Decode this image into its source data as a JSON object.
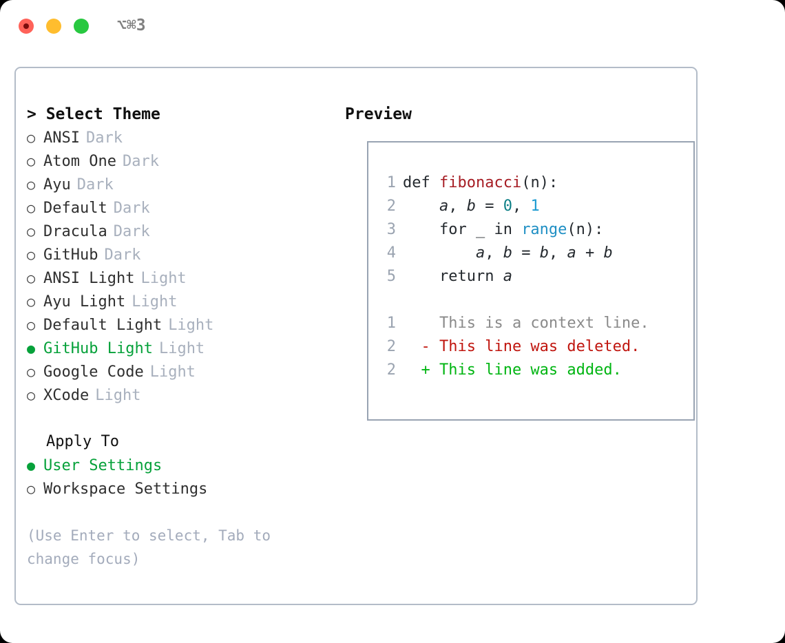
{
  "titlebar": {
    "shortcut": "⌥⌘3",
    "lights": [
      {
        "name": "close",
        "color": "#ff6259"
      },
      {
        "name": "minimize",
        "color": "#ffbd2e"
      },
      {
        "name": "maximize",
        "color": "#28c840"
      }
    ]
  },
  "colors": {
    "accent_green": "#06a13a",
    "muted": "#a8b0bd",
    "border": "#b3bcc8",
    "code_border": "#98a3b2",
    "diff_add": "#00b512",
    "diff_del": "#c0160f"
  },
  "icons": {
    "radio_off": "○",
    "radio_on": "●",
    "prompt": ">"
  },
  "left": {
    "heading": "> Select Theme",
    "themes": [
      {
        "name": "ANSI",
        "variant": "Dark",
        "selected": false
      },
      {
        "name": "Atom One",
        "variant": "Dark",
        "selected": false
      },
      {
        "name": "Ayu",
        "variant": "Dark",
        "selected": false
      },
      {
        "name": "Default",
        "variant": "Dark",
        "selected": false
      },
      {
        "name": "Dracula",
        "variant": "Dark",
        "selected": false
      },
      {
        "name": "GitHub",
        "variant": "Dark",
        "selected": false
      },
      {
        "name": "ANSI Light",
        "variant": "Light",
        "selected": false
      },
      {
        "name": "Ayu Light",
        "variant": "Light",
        "selected": false
      },
      {
        "name": "Default Light",
        "variant": "Light",
        "selected": false
      },
      {
        "name": "GitHub Light",
        "variant": "Light",
        "selected": true
      },
      {
        "name": "Google Code",
        "variant": "Light",
        "selected": false
      },
      {
        "name": "XCode",
        "variant": "Light",
        "selected": false
      }
    ],
    "apply_to": {
      "heading": "Apply To",
      "options": [
        {
          "label": "User Settings",
          "selected": true
        },
        {
          "label": "Workspace Settings",
          "selected": false
        }
      ]
    },
    "hint": "(Use Enter to select, Tab to change focus)"
  },
  "right": {
    "heading": "Preview",
    "code_lines": [
      {
        "number": "1",
        "tokens": [
          {
            "text": "def ",
            "style": "plain"
          },
          {
            "text": "fibonacci",
            "style": "fn"
          },
          {
            "text": "(n):",
            "style": "plain"
          }
        ]
      },
      {
        "number": "2",
        "tokens": [
          {
            "text": "    ",
            "style": "plain"
          },
          {
            "text": "a",
            "style": "var"
          },
          {
            "text": ", ",
            "style": "plain"
          },
          {
            "text": "b",
            "style": "var"
          },
          {
            "text": " = ",
            "style": "plain"
          },
          {
            "text": "0",
            "style": "num"
          },
          {
            "text": ", ",
            "style": "plain"
          },
          {
            "text": "1",
            "style": "num2"
          }
        ]
      },
      {
        "number": "3",
        "tokens": [
          {
            "text": "    for _ in ",
            "style": "plain"
          },
          {
            "text": "range",
            "style": "builtin"
          },
          {
            "text": "(n):",
            "style": "plain"
          }
        ]
      },
      {
        "number": "4",
        "tokens": [
          {
            "text": "        ",
            "style": "plain"
          },
          {
            "text": "a",
            "style": "var"
          },
          {
            "text": ", ",
            "style": "plain"
          },
          {
            "text": "b",
            "style": "var"
          },
          {
            "text": " = ",
            "style": "plain"
          },
          {
            "text": "b",
            "style": "var"
          },
          {
            "text": ", ",
            "style": "plain"
          },
          {
            "text": "a",
            "style": "var"
          },
          {
            "text": " + ",
            "style": "plain"
          },
          {
            "text": "b",
            "style": "var"
          }
        ]
      },
      {
        "number": "5",
        "tokens": [
          {
            "text": "    return ",
            "style": "plain"
          },
          {
            "text": "a",
            "style": "var"
          }
        ]
      }
    ],
    "diff_lines": [
      {
        "number": "1",
        "marker": "  ",
        "text": "This is a context line.",
        "kind": "ctx"
      },
      {
        "number": "2",
        "marker": "- ",
        "text": "This line was deleted.",
        "kind": "del"
      },
      {
        "number": "2",
        "marker": "+ ",
        "text": "This line was added.",
        "kind": "add"
      }
    ]
  }
}
